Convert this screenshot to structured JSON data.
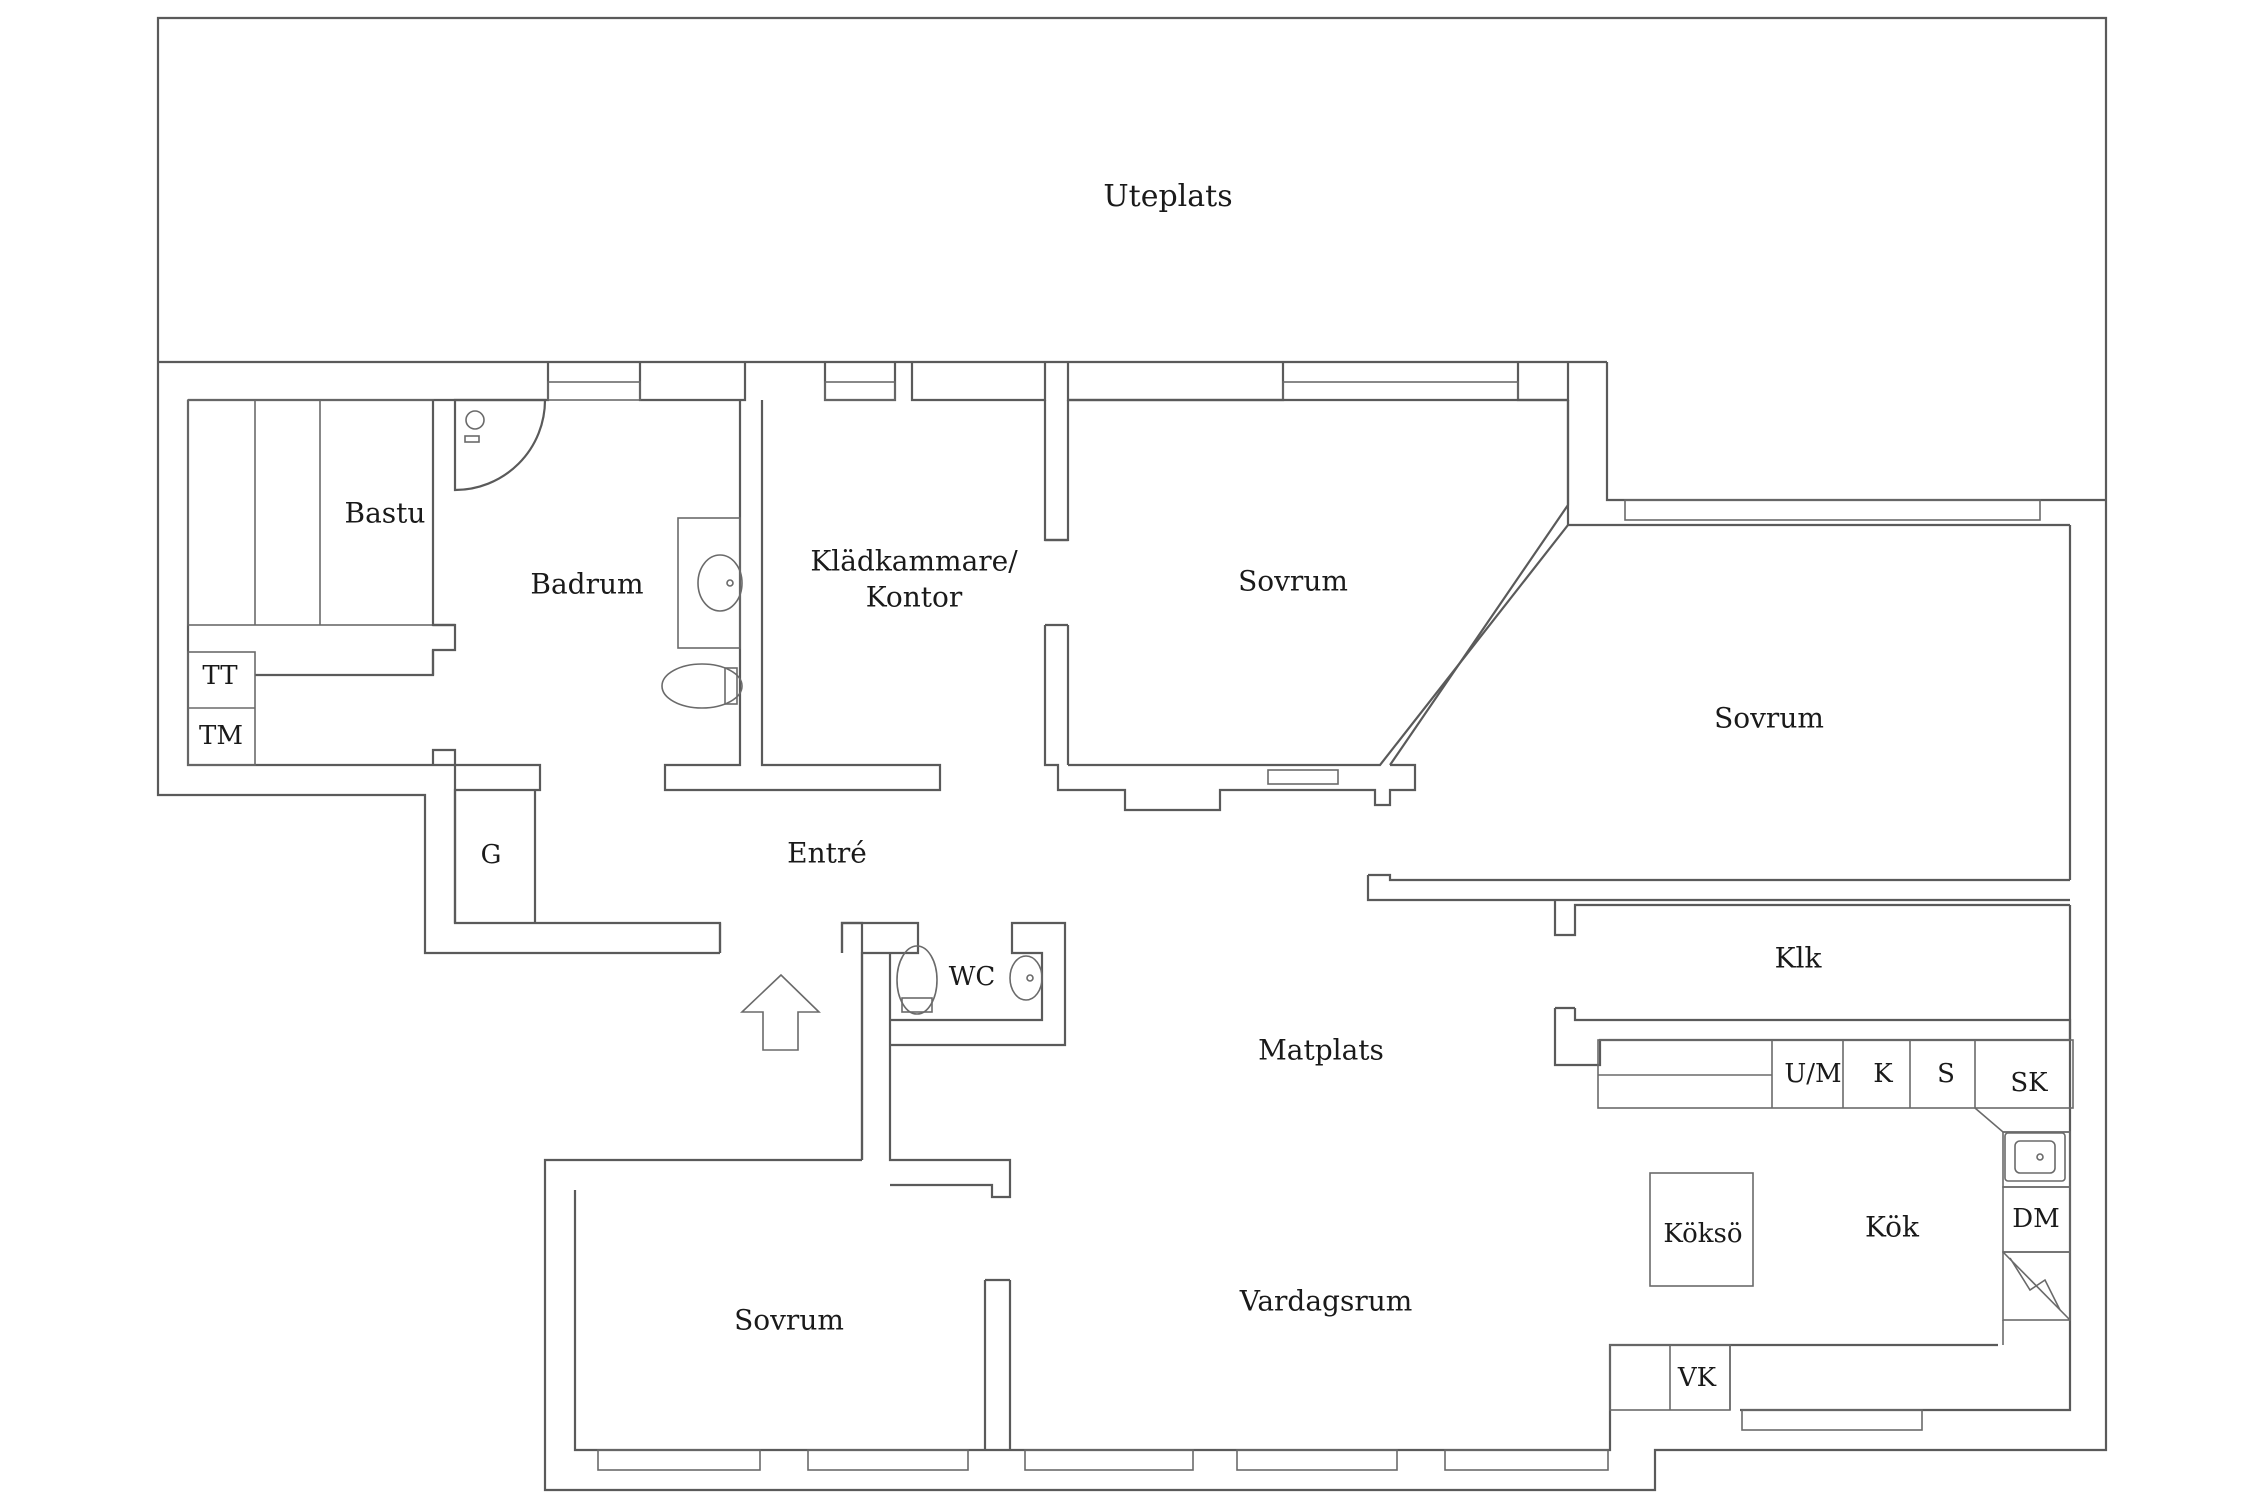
{
  "rooms": {
    "uteplats": "Uteplats",
    "bastu": "Bastu",
    "badrum": "Badrum",
    "kladkammare_1": "Klädkammare/",
    "kladkammare_2": "Kontor",
    "sovrum_1": "Sovrum",
    "sovrum_2": "Sovrum",
    "sovrum_3": "Sovrum",
    "entre": "Entré",
    "matplats": "Matplats",
    "vardagsrum": "Vardagsrum",
    "kok": "Kök",
    "klk": "Klk",
    "wc": "WC"
  },
  "fixtures": {
    "tt": "TT",
    "tm": "TM",
    "g": "G",
    "um": "U/M",
    "k": "K",
    "s": "S",
    "sk": "SK",
    "dm": "DM",
    "vk": "VK",
    "kokso": "Köksö"
  },
  "icons": [
    "shower-icon",
    "washbasin-icon",
    "toilet-icon",
    "sink-icon",
    "stove-icon",
    "entrance-arrow-icon"
  ]
}
